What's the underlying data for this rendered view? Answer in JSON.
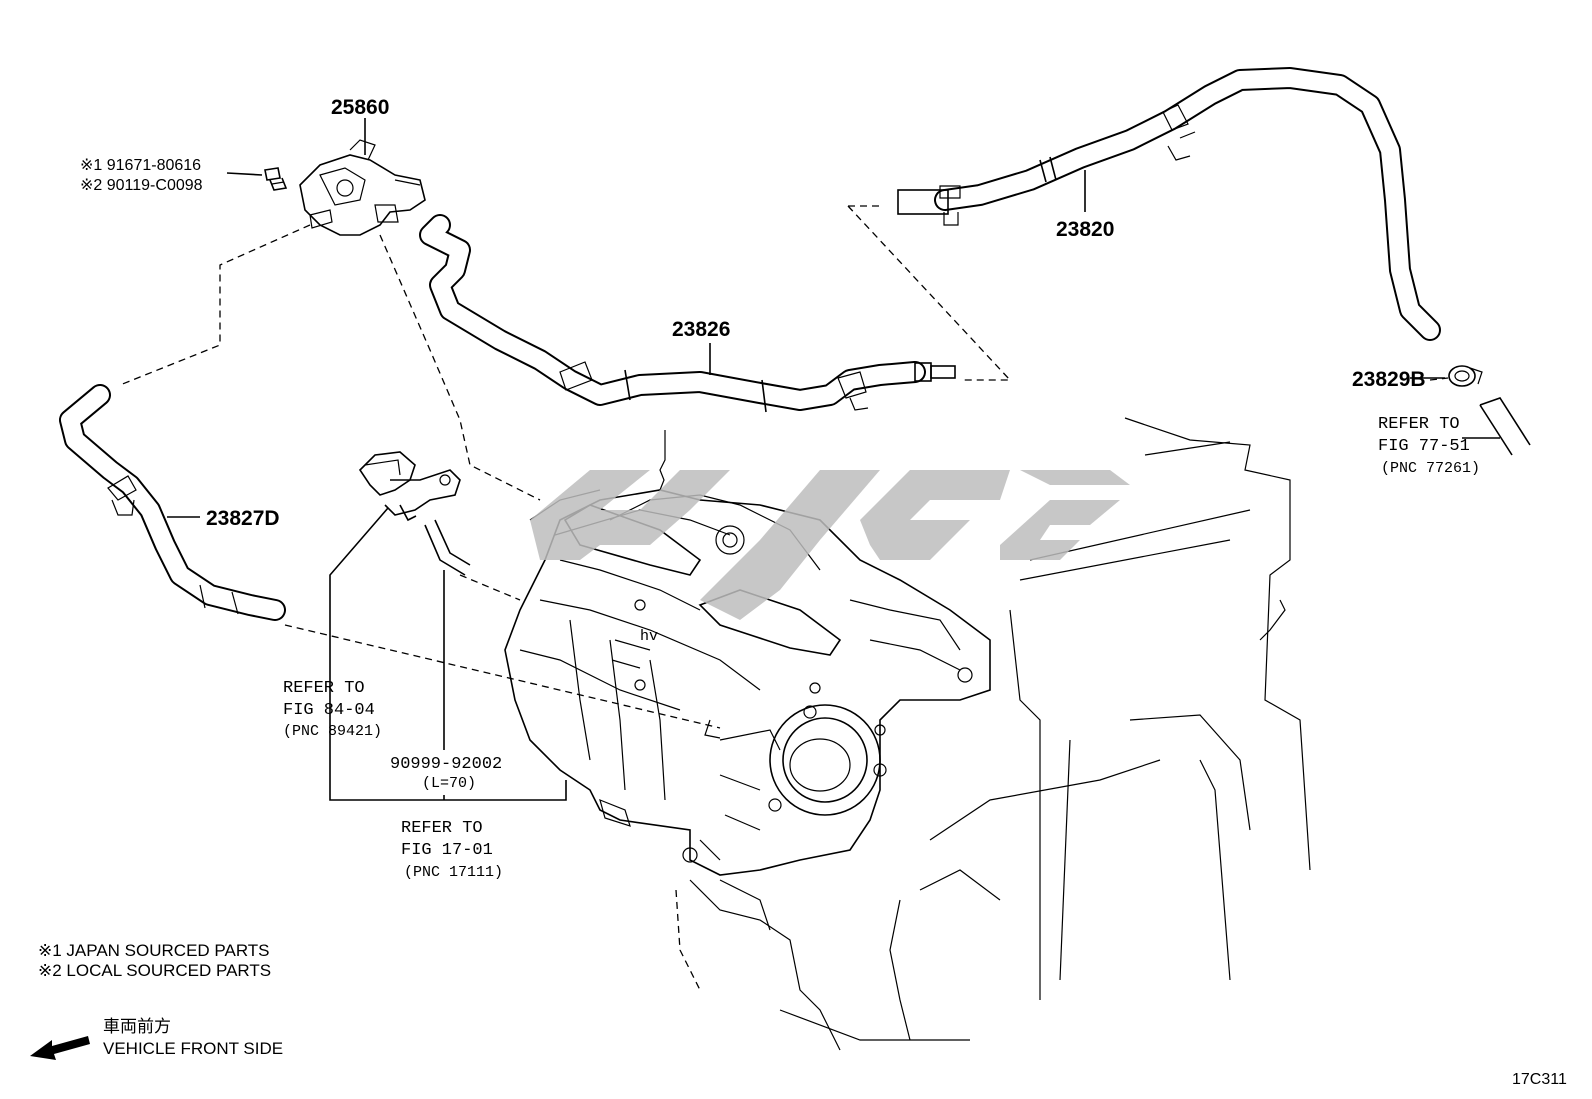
{
  "labels": {
    "vsv": "25860",
    "bolt_jp": "※1 91671-80616",
    "bolt_local": "※2 90119-C0098",
    "hose_23826": "23826",
    "hose_23820": "23820",
    "clamp_23829b": "23829B",
    "hose_23827d": "23827D",
    "hose_90999": "90999-92002",
    "hose_90999_len": "(L=70)"
  },
  "refs": {
    "fig_84_04": {
      "line1": "REFER TO",
      "line2": "FIG 84-04",
      "line3": "(PNC 89421)"
    },
    "fig_17_01": {
      "line1": "REFER TO",
      "line2": "FIG 17-01",
      "line3": "(PNC 17111)"
    },
    "fig_77_51": {
      "line1": "REFER TO",
      "line2": "FIG 77-51",
      "line3": "(PNC 77261)"
    }
  },
  "legend": {
    "note1": "※1  JAPAN SOURCED PARTS",
    "note2": "※2  LOCAL SOURCED PARTS",
    "front_jp": "車両前方",
    "front_en": "VEHICLE FRONT SIDE"
  },
  "figure_code": "17C311",
  "icons": [
    "front-arrow-icon",
    "watermark-logo"
  ]
}
